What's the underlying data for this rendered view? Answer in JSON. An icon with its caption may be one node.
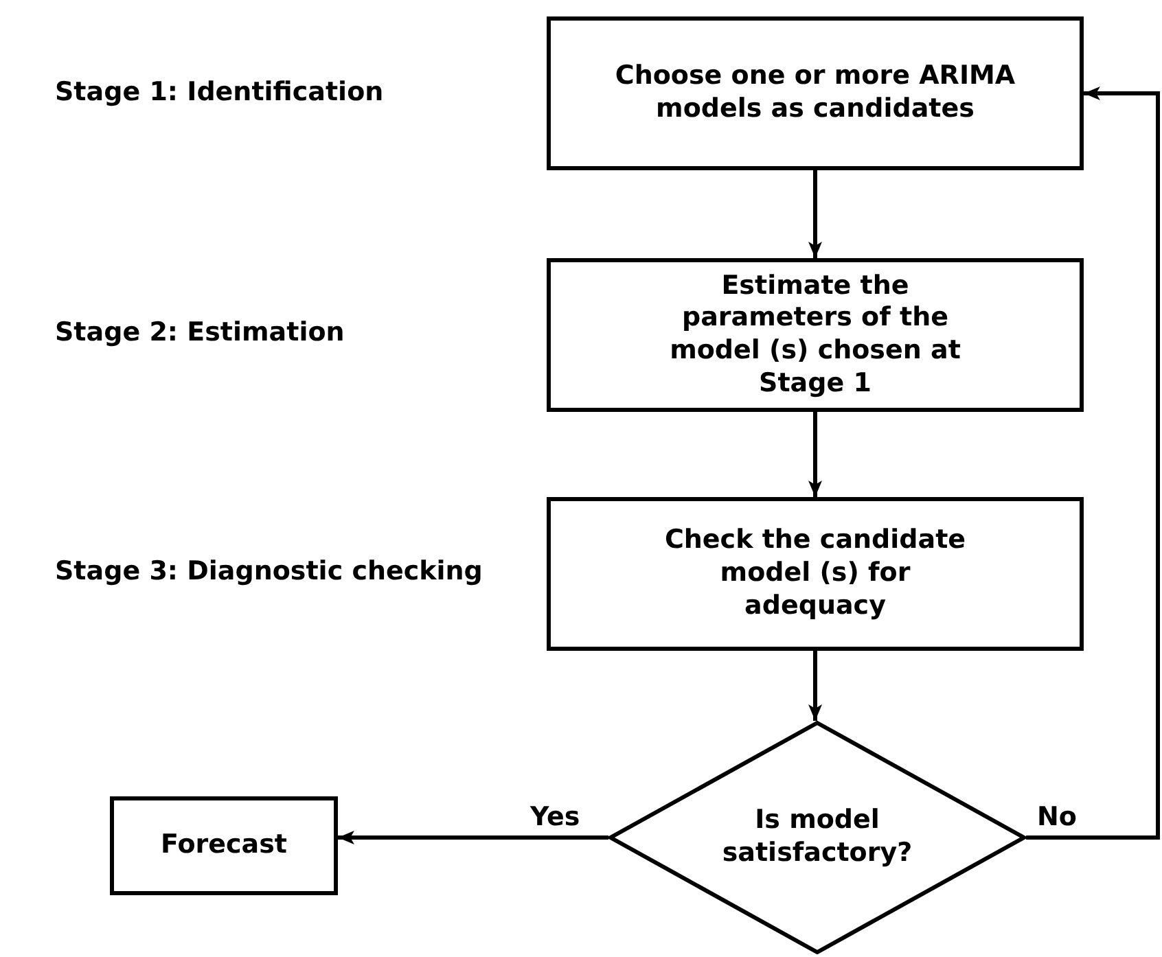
{
  "diagram": {
    "nodes": [
      {
        "text": [
          "Choose one or more ARIMA models as candidates"
        ]
      },
      {
        "text": [
          "Estimate the parameters of the model (s) chosen at Stage 1"
        ]
      },
      {
        "text": [
          "Check the candidate model (s) for adequacy"
        ]
      },
      {
        "text": [
          "Is model satisfactory?"
        ]
      },
      {
        "text": [
          "Forecast"
        ]
      }
    ],
    "edges": [
      {
        "from": 0,
        "to": 1,
        "arrow": "to"
      },
      {
        "from": 1,
        "to": 2,
        "arrow": "to"
      },
      {
        "from": 2,
        "to": 3,
        "arrow": "to"
      },
      {
        "from": 3,
        "to": 4,
        "arrow": "to",
        "label": "Yes"
      },
      {
        "from": 3,
        "to": 0,
        "arrow": "to",
        "label": "No"
      }
    ],
    "labels": [
      "Stage 1: Identification",
      "Stage 2: Estimation",
      "Stage 3: Diagnostic checking"
    ]
  }
}
